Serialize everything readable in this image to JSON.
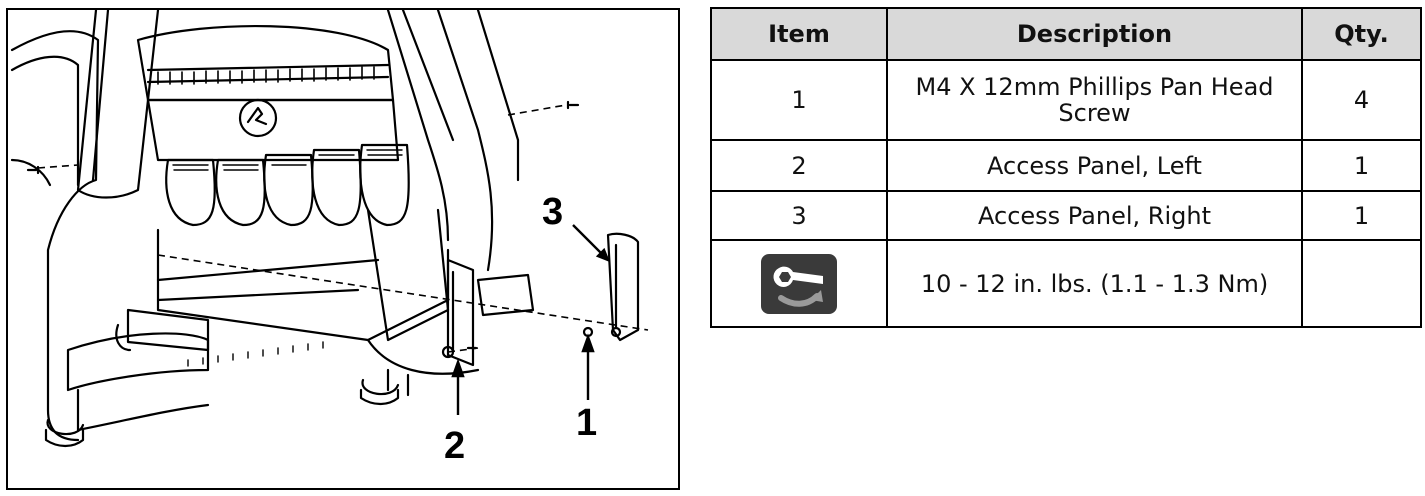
{
  "figure": {
    "callouts": [
      "1",
      "2",
      "3"
    ],
    "icon": "access-panel-assembly-illustration"
  },
  "table": {
    "headers": {
      "item": "Item",
      "description": "Description",
      "qty": "Qty."
    },
    "rows": [
      {
        "item": "1",
        "description": "M4 X 12mm Phillips Pan Head Screw",
        "qty": "4"
      },
      {
        "item": "2",
        "description": "Access Panel, Left",
        "qty": "1"
      },
      {
        "item": "3",
        "description": "Access Panel, Right",
        "qty": "1"
      }
    ],
    "torque": {
      "icon": "torque-wrench-icon",
      "description": "10 - 12 in. lbs. (1.1 - 1.3 Nm)",
      "qty": ""
    }
  }
}
